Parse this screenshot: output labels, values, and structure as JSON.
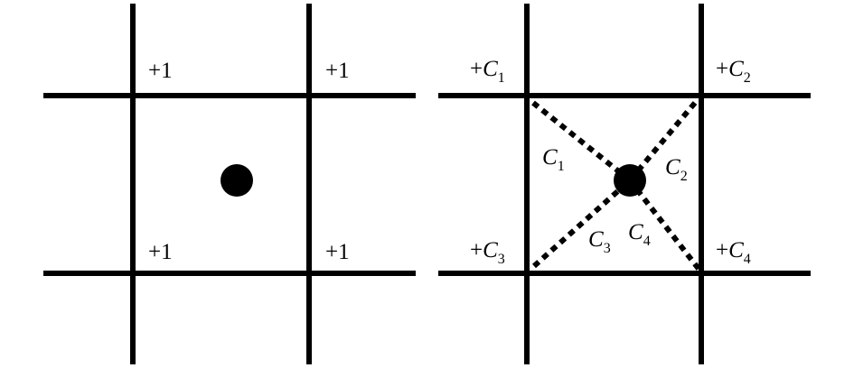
{
  "left_panel": {
    "corner_labels": [
      "+1",
      "+1",
      "+1",
      "+1"
    ]
  },
  "right_panel": {
    "corner_labels": [
      {
        "prefix": "+",
        "var": "C",
        "sub": "1"
      },
      {
        "prefix": "+",
        "var": "C",
        "sub": "2"
      },
      {
        "prefix": "+",
        "var": "C",
        "sub": "3"
      },
      {
        "prefix": "+",
        "var": "C",
        "sub": "4"
      }
    ],
    "diagonal_labels": [
      {
        "var": "C",
        "sub": "1"
      },
      {
        "var": "C",
        "sub": "2"
      },
      {
        "var": "C",
        "sub": "3"
      },
      {
        "var": "C",
        "sub": "4"
      }
    ]
  }
}
